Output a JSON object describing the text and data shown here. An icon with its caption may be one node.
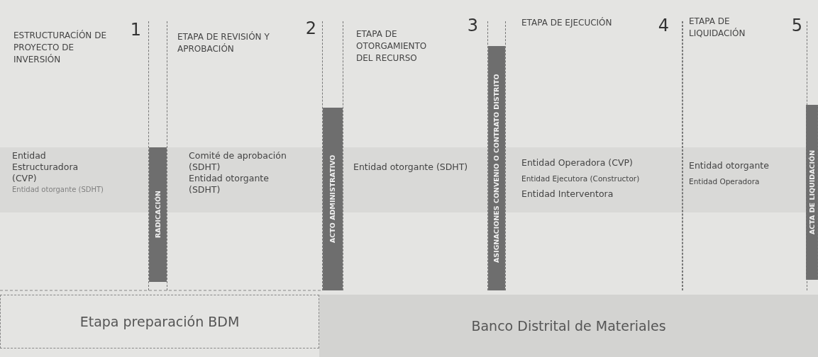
{
  "diagram": {
    "nodes": [
      {
        "text": [
          "1",
          "ESTRUCTURACÍÓN DE PROYECTO DE INVERSIÓN",
          "Entidad Estructuradora (CVP)",
          "Entidad otorgante (SDHT)"
        ]
      },
      {
        "text": [
          "RADICACIÓN"
        ]
      },
      {
        "text": [
          "2",
          "ETAPA DE REVISIÓN Y APROBACIÓN",
          "Comité de aprobación (SDHT)",
          "Entidad otorgante (SDHT)"
        ]
      },
      {
        "text": [
          "ACTO ADMINISTRATIVO"
        ]
      },
      {
        "text": [
          "3",
          "ETAPA DE OTORGAMIENTO DEL RECURSO",
          "Entidad otorgante (SDHT)"
        ]
      },
      {
        "text": [
          "ASIGNACIONES CONVENIO O CONTRATO DISTRITO"
        ]
      },
      {
        "text": [
          "4",
          "ETAPA DE EJECUCIÓN",
          "Entidad Operadora (CVP)",
          "Entidad Ejecutora (Constructor)",
          "Entidad Interventora"
        ]
      },
      {
        "text": [
          "5",
          "ETAPA DE LIQUIDACIÓN",
          "Entidad otorgante",
          "Entidad Operadora"
        ]
      },
      {
        "text": [
          "ACTA DE LIQUIDACIÓN"
        ]
      },
      {
        "text": [
          "Etapa preparación BDM"
        ]
      },
      {
        "text": [
          "Banco Distrital de Materiales"
        ]
      }
    ],
    "edges": []
  }
}
